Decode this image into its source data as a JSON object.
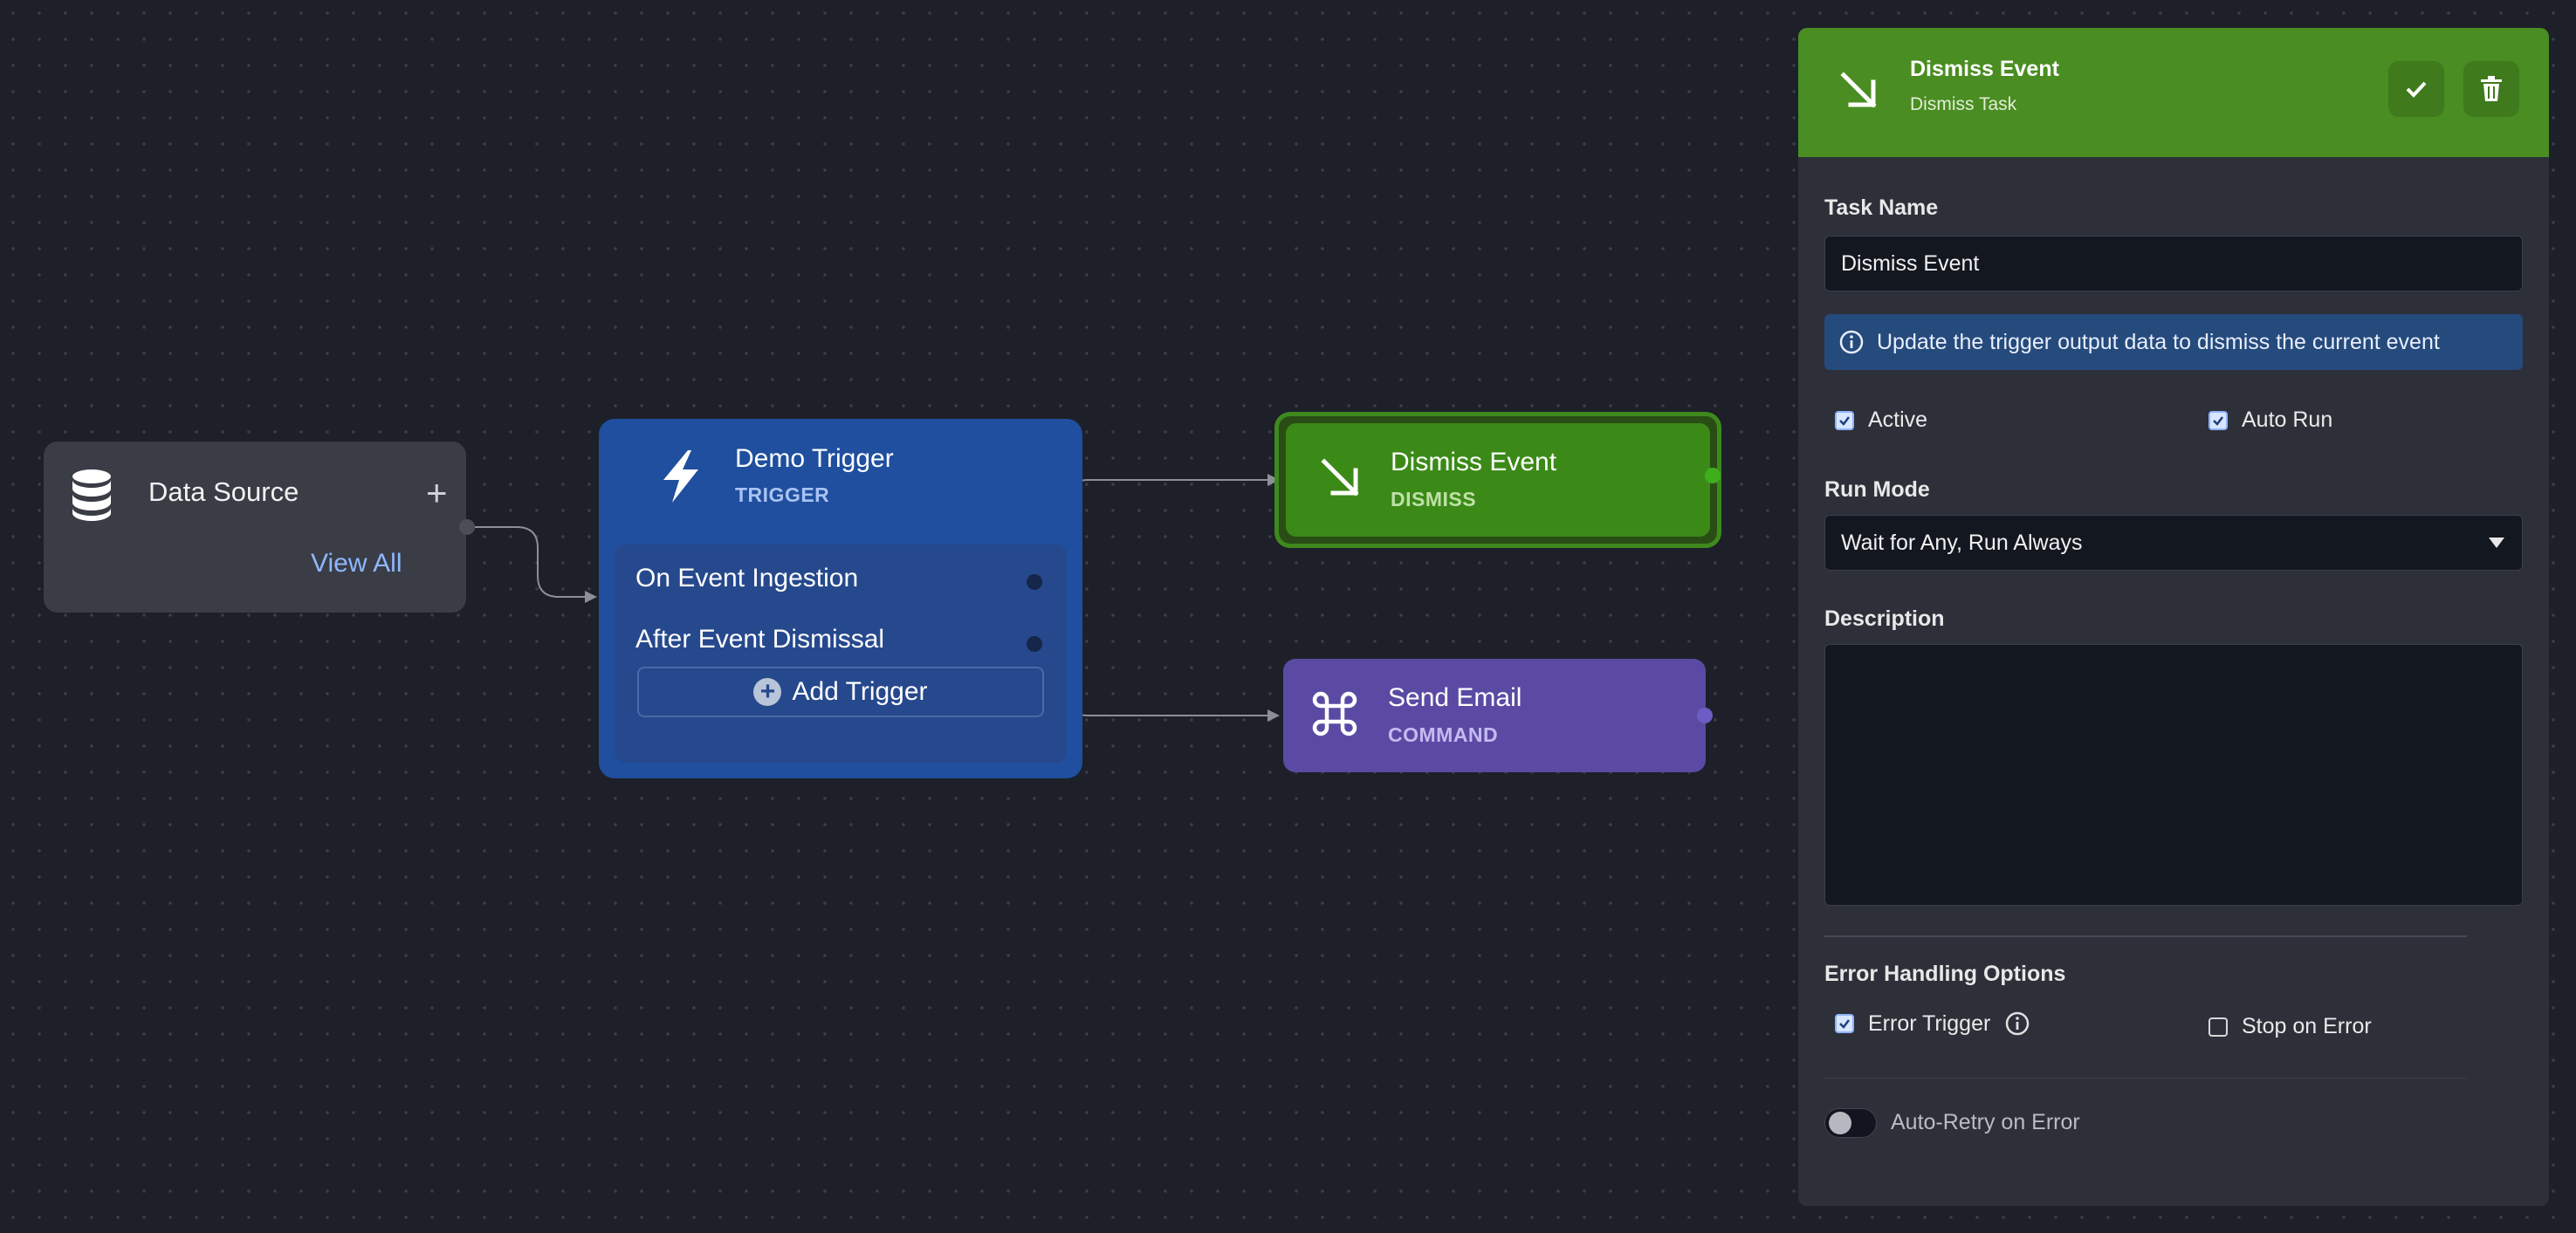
{
  "canvas": {
    "background": "#1d2029",
    "nodes": {
      "data_source": {
        "title": "Data Source",
        "view_all": "View All",
        "icon": "database-icon"
      },
      "trigger": {
        "title": "Demo Trigger",
        "subtitle": "TRIGGER",
        "icon": "lightning-icon",
        "items": [
          "On Event Ingestion",
          "After Event Dismissal"
        ],
        "add_label": "Add Trigger"
      },
      "dismiss": {
        "title": "Dismiss Event",
        "subtitle": "DISMISS",
        "icon": "arrow-down-right-icon",
        "color": "#3b8a17"
      },
      "send_email": {
        "title": "Send Email",
        "subtitle": "COMMAND",
        "icon": "command-icon",
        "color": "#5a4aa3"
      }
    }
  },
  "panel": {
    "header": {
      "title": "Dismiss Event",
      "subtitle": "Dismiss Task",
      "color": "#4a8d22",
      "icon": "arrow-down-right-icon"
    },
    "task_name": {
      "label": "Task Name",
      "value": "Dismiss Event"
    },
    "info": "Update the trigger output data to dismiss the current event",
    "active": {
      "label": "Active",
      "checked": true
    },
    "auto_run": {
      "label": "Auto Run",
      "checked": true
    },
    "run_mode": {
      "label": "Run Mode",
      "value": "Wait for Any, Run Always"
    },
    "description": {
      "label": "Description",
      "value": ""
    },
    "error_handling": {
      "label": "Error Handling Options",
      "error_trigger": {
        "label": "Error Trigger",
        "checked": true
      },
      "stop_on_error": {
        "label": "Stop on Error",
        "checked": false
      }
    },
    "auto_retry": {
      "label": "Auto-Retry on Error",
      "on": false
    }
  }
}
